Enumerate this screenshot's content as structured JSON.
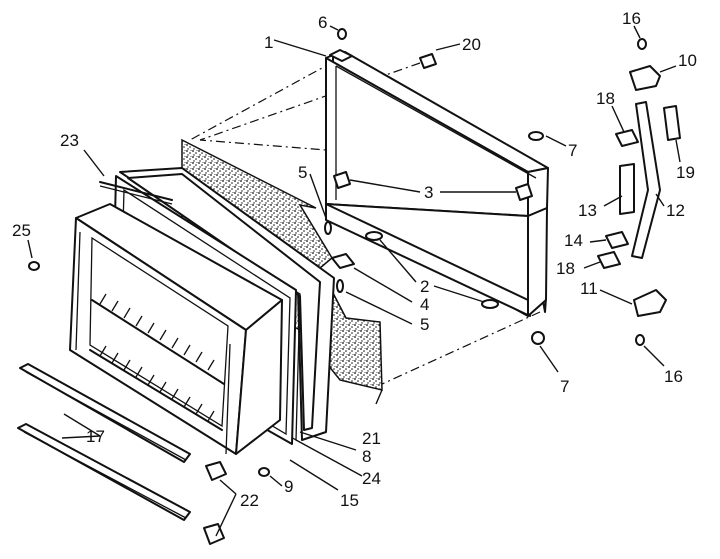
{
  "diagram": {
    "labels": {
      "c1": "1",
      "c2": "2",
      "c3": "3",
      "c4": "4",
      "c5a": "5",
      "c5b": "5",
      "c6": "6",
      "c7a": "7",
      "c7b": "7",
      "c8": "8",
      "c9": "9",
      "c10": "10",
      "c11": "11",
      "c12": "12",
      "c13": "13",
      "c14": "14",
      "c15": "15",
      "c16a": "16",
      "c16b": "16",
      "c17": "17",
      "c18a": "18",
      "c18b": "18",
      "c19": "19",
      "c20": "20",
      "c21": "21",
      "c22": "22",
      "c23": "23",
      "c24": "24",
      "c25": "25"
    }
  }
}
